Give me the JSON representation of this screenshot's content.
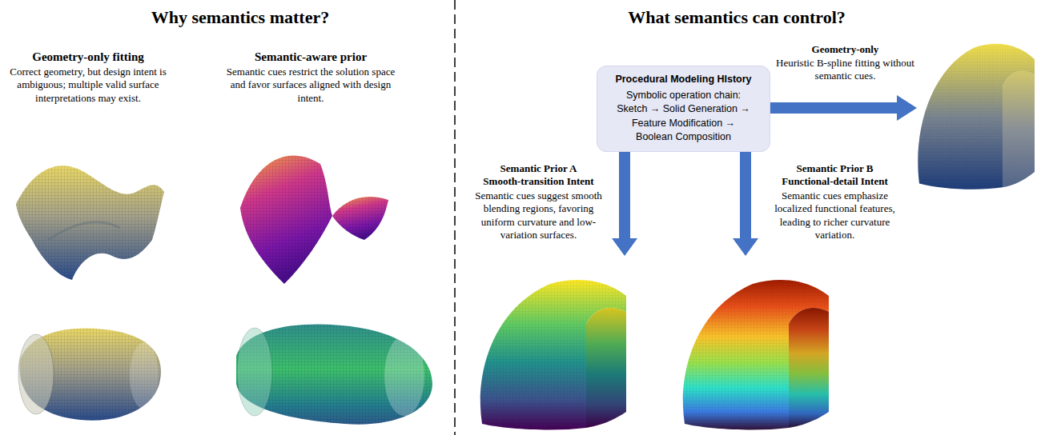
{
  "diagram": {
    "nodes": [
      {
        "text": [
          "Procedural Modeling HIstory",
          "Symbolic operation chain: Sketch → Solid Generation → Feature Modification → Boolean Composition"
        ]
      }
    ],
    "labels": [
      "Why semantics matter?",
      "Geometry-only fitting",
      "Correct geometry, but design intent is ambiguous; multiple valid surface interpretations may exist.",
      "Semantic-aware prior",
      "Semantic cues restrict the solution space and favor surfaces aligned with design intent.",
      "What semantics can control?",
      "Geometry-only",
      "Heuristic B-spline fitting without semantic cues.",
      "Semantic Prior A",
      "Smooth-transition Intent",
      "Semantic cues suggest smooth blending regions, favoring uniform curvature and low-variation surfaces.",
      "Semantic Prior B",
      "Functional-detail Intent",
      "Semantic cues emphasize localized functional features, leading to richer curvature variation."
    ]
  }
}
